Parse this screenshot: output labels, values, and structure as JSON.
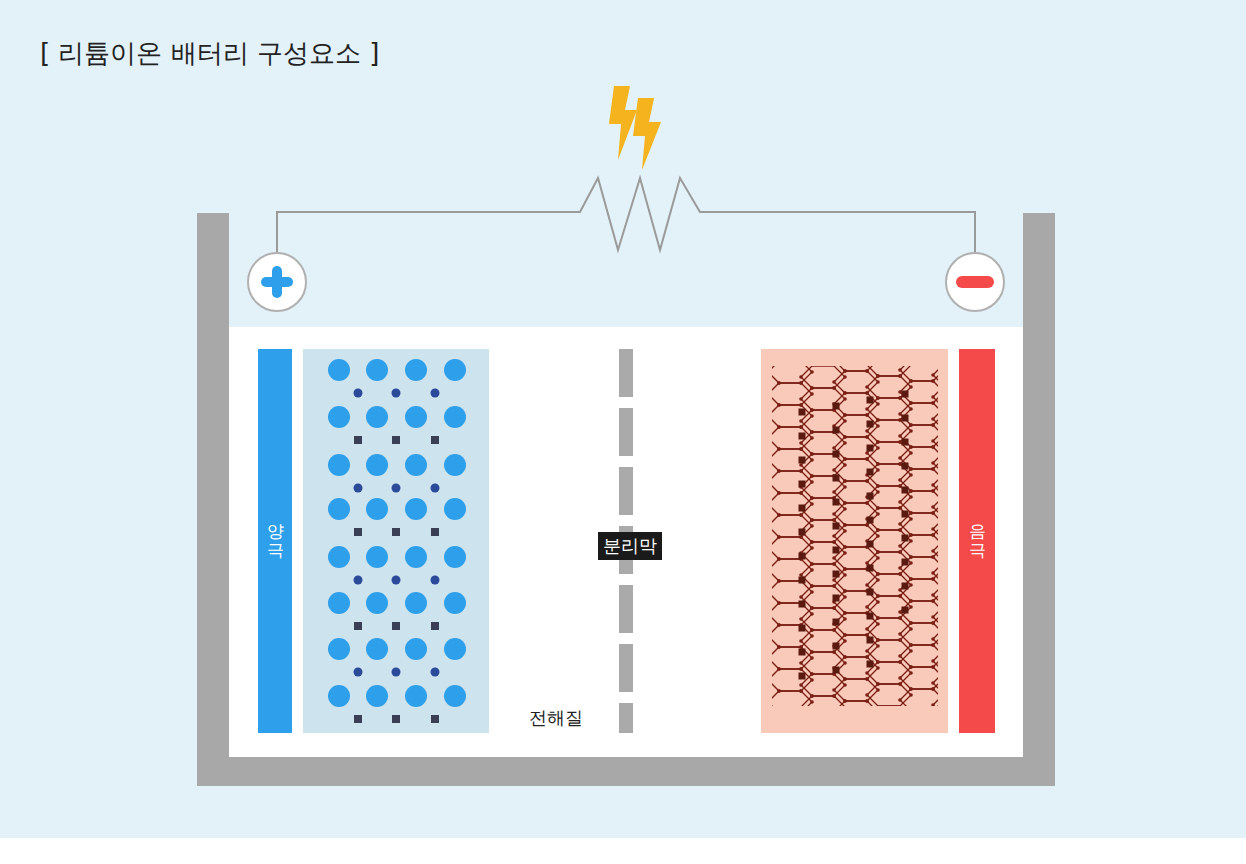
{
  "diagram": {
    "title": "[ 리튬이온 배터리 구성요소 ]",
    "nodes": [
      {
        "text": [
          "양극"
        ]
      },
      {
        "text": [
          "분리막"
        ]
      },
      {
        "text": [
          "음극"
        ]
      }
    ],
    "labels": [
      "전해질"
    ]
  }
}
